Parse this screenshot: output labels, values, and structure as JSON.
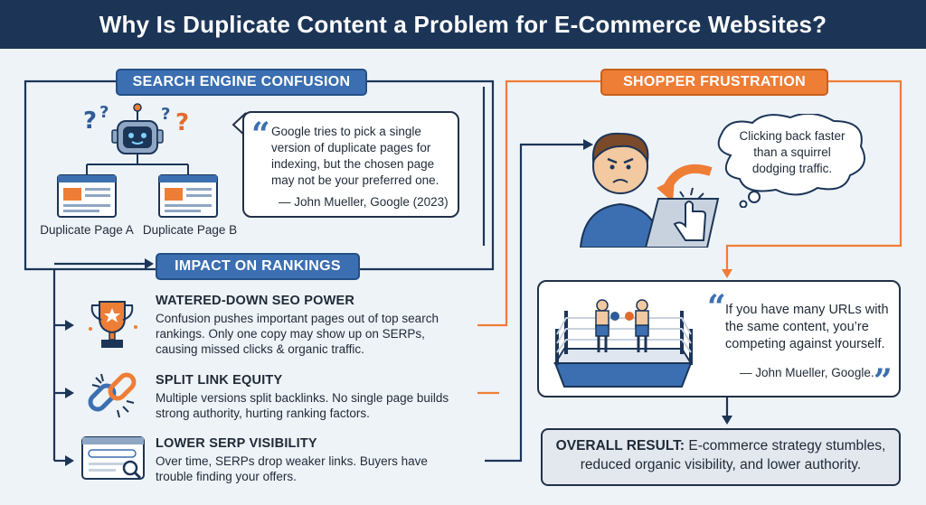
{
  "title": "Why Is Duplicate Content a Problem for E-Commerce Websites?",
  "search_confusion": {
    "heading": "SEARCH ENGINE CONFUSION",
    "page_a": "Duplicate Page A",
    "page_b": "Duplicate Page B",
    "quote": "Google tries to pick a single version of duplicate pages for indexing, but the chosen page may not be your preferred one.",
    "attribution": "— John Mueller, Google (2023)"
  },
  "rankings": {
    "heading": "IMPACT ON RANKINGS",
    "items": [
      {
        "title": "WATERED-DOWN SEO POWER",
        "body": "Confusion pushes important pages out of top search rankings. Only one copy may show up on SERPs, causing missed clicks & organic traffic.",
        "icon": "trophy-icon"
      },
      {
        "title": "SPLIT LINK EQUITY",
        "body": "Multiple versions split backlinks. No single page builds strong authority, hurting ranking factors.",
        "icon": "broken-link-icon"
      },
      {
        "title": "LOWER SERP VISIBILITY",
        "body": "Over time, SERPs drop weaker links. Buyers have trouble finding your offers.",
        "icon": "search-bar-icon"
      }
    ]
  },
  "shopper": {
    "heading": "SHOPPER FRUSTRATION",
    "thought": "Clicking back faster than a squirrel dodging traffic."
  },
  "competing": {
    "quote": "If you have many URLs with the same content, you’re competing against yourself.",
    "attribution": "— John Mueller, Google."
  },
  "result": {
    "label": "OVERALL RESULT:",
    "text": "E-commerce strategy stumbles, reduced organic visibility, and lower authority."
  },
  "colors": {
    "navy": "#1c3557",
    "blue": "#3b6fb1",
    "orange": "#ee7d36",
    "background": "#eef3f8"
  }
}
